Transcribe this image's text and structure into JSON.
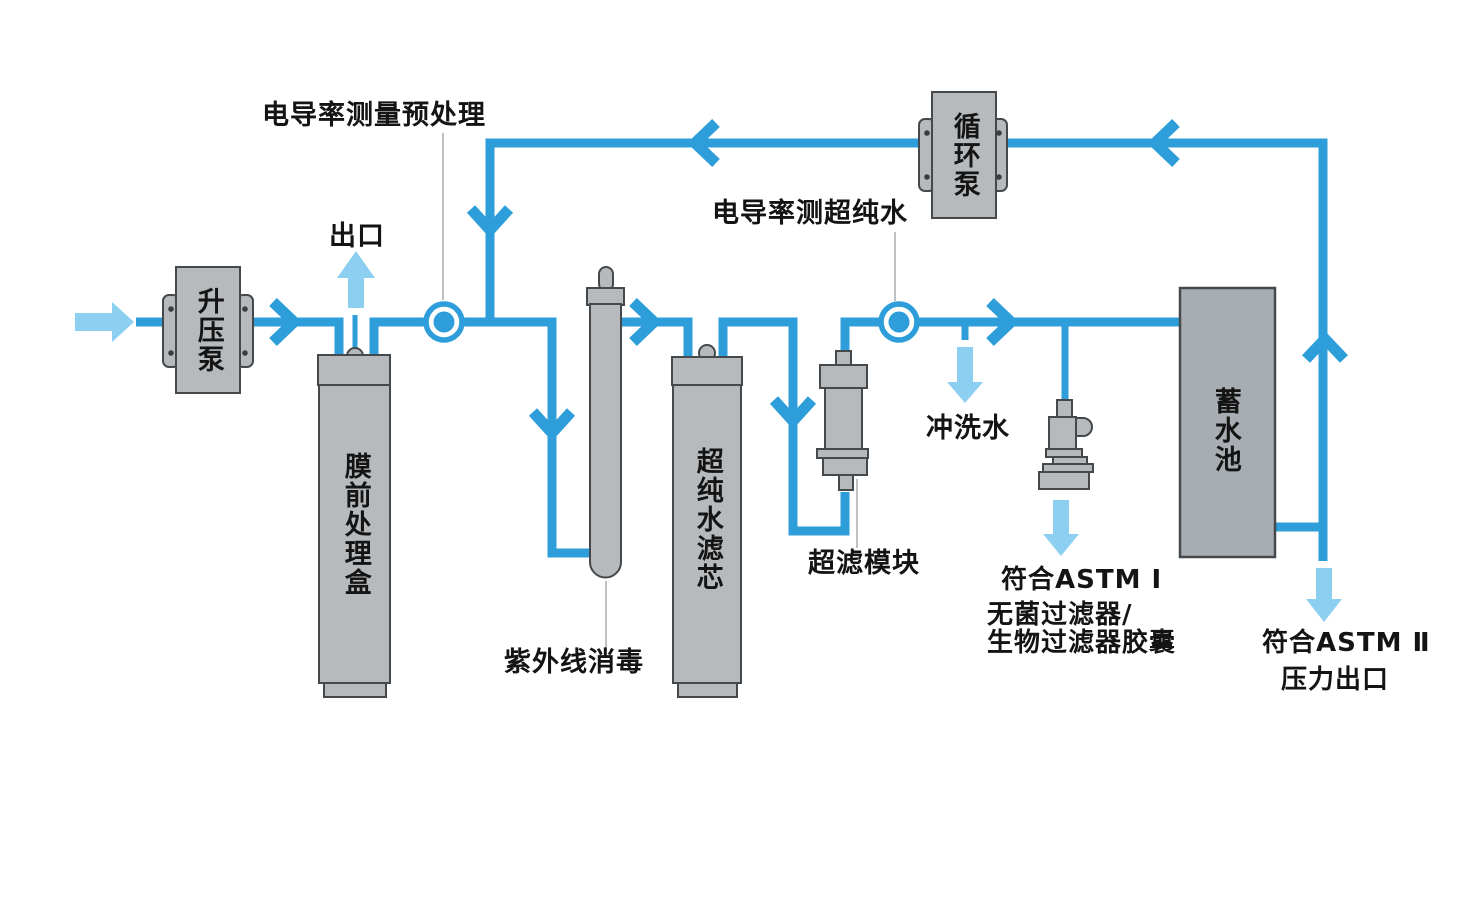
{
  "diagram": {
    "type": "ultrapure-water-system-flow",
    "labels": {
      "pretreat_conductivity": "电导率测量预处理",
      "outlet": "出口",
      "boost_pump": "升压泵",
      "pre_membrane_cartridge": "膜前处理盒",
      "uv_disinfection": "紫外线消毒",
      "ultrapure_filter": "超纯水滤芯",
      "ultrapure_conductivity": "电导率测超纯水",
      "uf_module": "超滤模块",
      "flush_water": "冲洗水",
      "circulation_pump": "循环泵",
      "reservoir": "蓄水池",
      "astm1": "符合ASTM Ⅰ",
      "sterile_filter_line1": "无菌过滤器/",
      "sterile_filter_line2": "生物过滤器胶囊",
      "astm2": "符合ASTM Ⅱ",
      "pressure_outlet": "压力出口"
    }
  },
  "colors": {
    "pipe": "#2d9ed9",
    "arrow_light": "#8ccff0",
    "equip_fill": "#b7babd",
    "equip_stroke": "#45494c",
    "tank_fill": "#a8adb3",
    "text": "#141414",
    "leader": "#9aa0a4",
    "bg": "#ffffff"
  }
}
